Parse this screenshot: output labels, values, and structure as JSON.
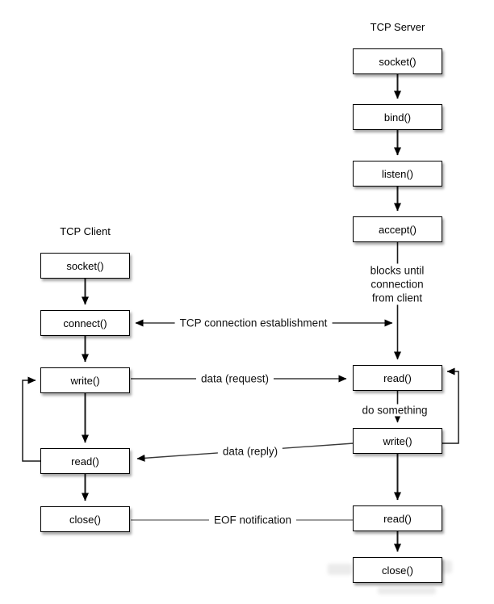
{
  "client": {
    "title": "TCP Client",
    "boxes": [
      {
        "label": "socket()"
      },
      {
        "label": "connect()"
      },
      {
        "label": "write()"
      },
      {
        "label": "read()"
      },
      {
        "label": "close()"
      }
    ]
  },
  "server": {
    "title": "TCP Server",
    "boxes": [
      {
        "label": "socket()"
      },
      {
        "label": "bind()"
      },
      {
        "label": "listen()"
      },
      {
        "label": "accept()"
      },
      {
        "label": "read()"
      },
      {
        "label": "write()"
      },
      {
        "label": "read()"
      },
      {
        "label": "close()"
      }
    ]
  },
  "annotations": {
    "connection_establishment": "TCP connection establishment",
    "data_request": "data (request)",
    "data_reply": "data (reply)",
    "eof_notification": "EOF notification",
    "do_something": "do something",
    "blocks_until_lines": [
      "blocks until",
      "connection",
      "from client"
    ]
  },
  "colors": {
    "background": "#ffffff",
    "box_fill": "#ffffff",
    "box_border": "#000000",
    "arrow": "#1a1a1a",
    "thin_line": "#3a3a3a",
    "eof_line": "#8f8f8f",
    "text": "#111111"
  }
}
